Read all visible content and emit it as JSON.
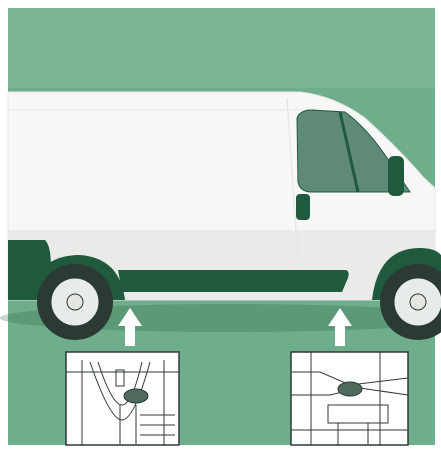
{
  "illustration": {
    "subject": "van-side-view-jacking-points",
    "colors": {
      "background": "#6fae8d",
      "background_light": "#8cc0a3",
      "body": "#f7f7f5",
      "body_shade": "#e4e6e2",
      "trim": "#1f5a3f",
      "window": "#5e8a77",
      "tire": "#2b3a33",
      "rim": "#e7ece8",
      "arrow": "#ffffff",
      "inset_bg": "#ffffff",
      "inset_line": "#2f3a35",
      "jack_pad": "#4d6a5c"
    },
    "markers": [
      {
        "id": "front-jacking-point",
        "icon": "arrow-up-icon"
      },
      {
        "id": "rear-jacking-point",
        "icon": "arrow-up-icon"
      }
    ],
    "insets": [
      {
        "id": "front-detail",
        "icon": "jacking-point-detail-icon"
      },
      {
        "id": "rear-detail",
        "icon": "jacking-point-detail-icon"
      }
    ]
  }
}
